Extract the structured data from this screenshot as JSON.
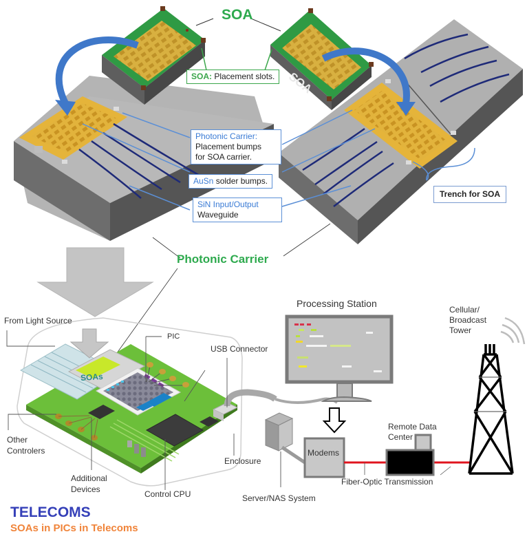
{
  "top": {
    "soa_title": "SOA",
    "soa_chip_side_label": "SOA",
    "photonic_carrier_title": "Photonic Carrier",
    "callouts": {
      "soa_slots": {
        "highlight": "SOA:",
        "text": " Placement slots."
      },
      "carrier_bumps": {
        "highlight": "Photonic Carrier:",
        "line2": "Placement bumps",
        "line3": "for SOA carrier."
      },
      "ausn": {
        "highlight": "AuSn",
        "text": " solder bumps."
      },
      "sin": {
        "highlight": "SiN Input/Output",
        "line2": "Waveguide"
      },
      "trench": {
        "text": "Trench for SOA"
      }
    }
  },
  "bottom": {
    "labels": {
      "from_light_source": "From Light Source",
      "soas": "SOAs",
      "pic": "PIC",
      "usb_connector": "USB Connector",
      "other_controllers_1": "Other",
      "other_controllers_2": "Controlers",
      "additional_devices_1": "Additional",
      "additional_devices_2": "Devices",
      "control_cpu": "Control CPU",
      "enclosure": "Enclosure",
      "server_nas": "Server/NAS System",
      "processing_station": "Processing Station",
      "modems": "Modems",
      "remote_data_center_1": "Remote Data",
      "remote_data_center_2": "Center",
      "fiber_optic": "Fiber-Optic Transmission",
      "tower_1": "Cellular/",
      "tower_2": "Broadcast",
      "tower_3": "Tower"
    }
  },
  "footer": {
    "title": "TELECOMS",
    "subtitle": "SOAs in PICs in Telecoms"
  },
  "colors": {
    "soa_green": "#2eaa4e",
    "title_blue": "#3540b8",
    "subtitle_orange": "#f0843a",
    "fiber_red": "#e0141e",
    "callout_blue": "#5b8fd6",
    "arrow_blue": "#3f78c9",
    "pcb_green": "#6cbf3a",
    "gold": "#e5b43a",
    "carrier_gray": "#a9a9a9"
  }
}
